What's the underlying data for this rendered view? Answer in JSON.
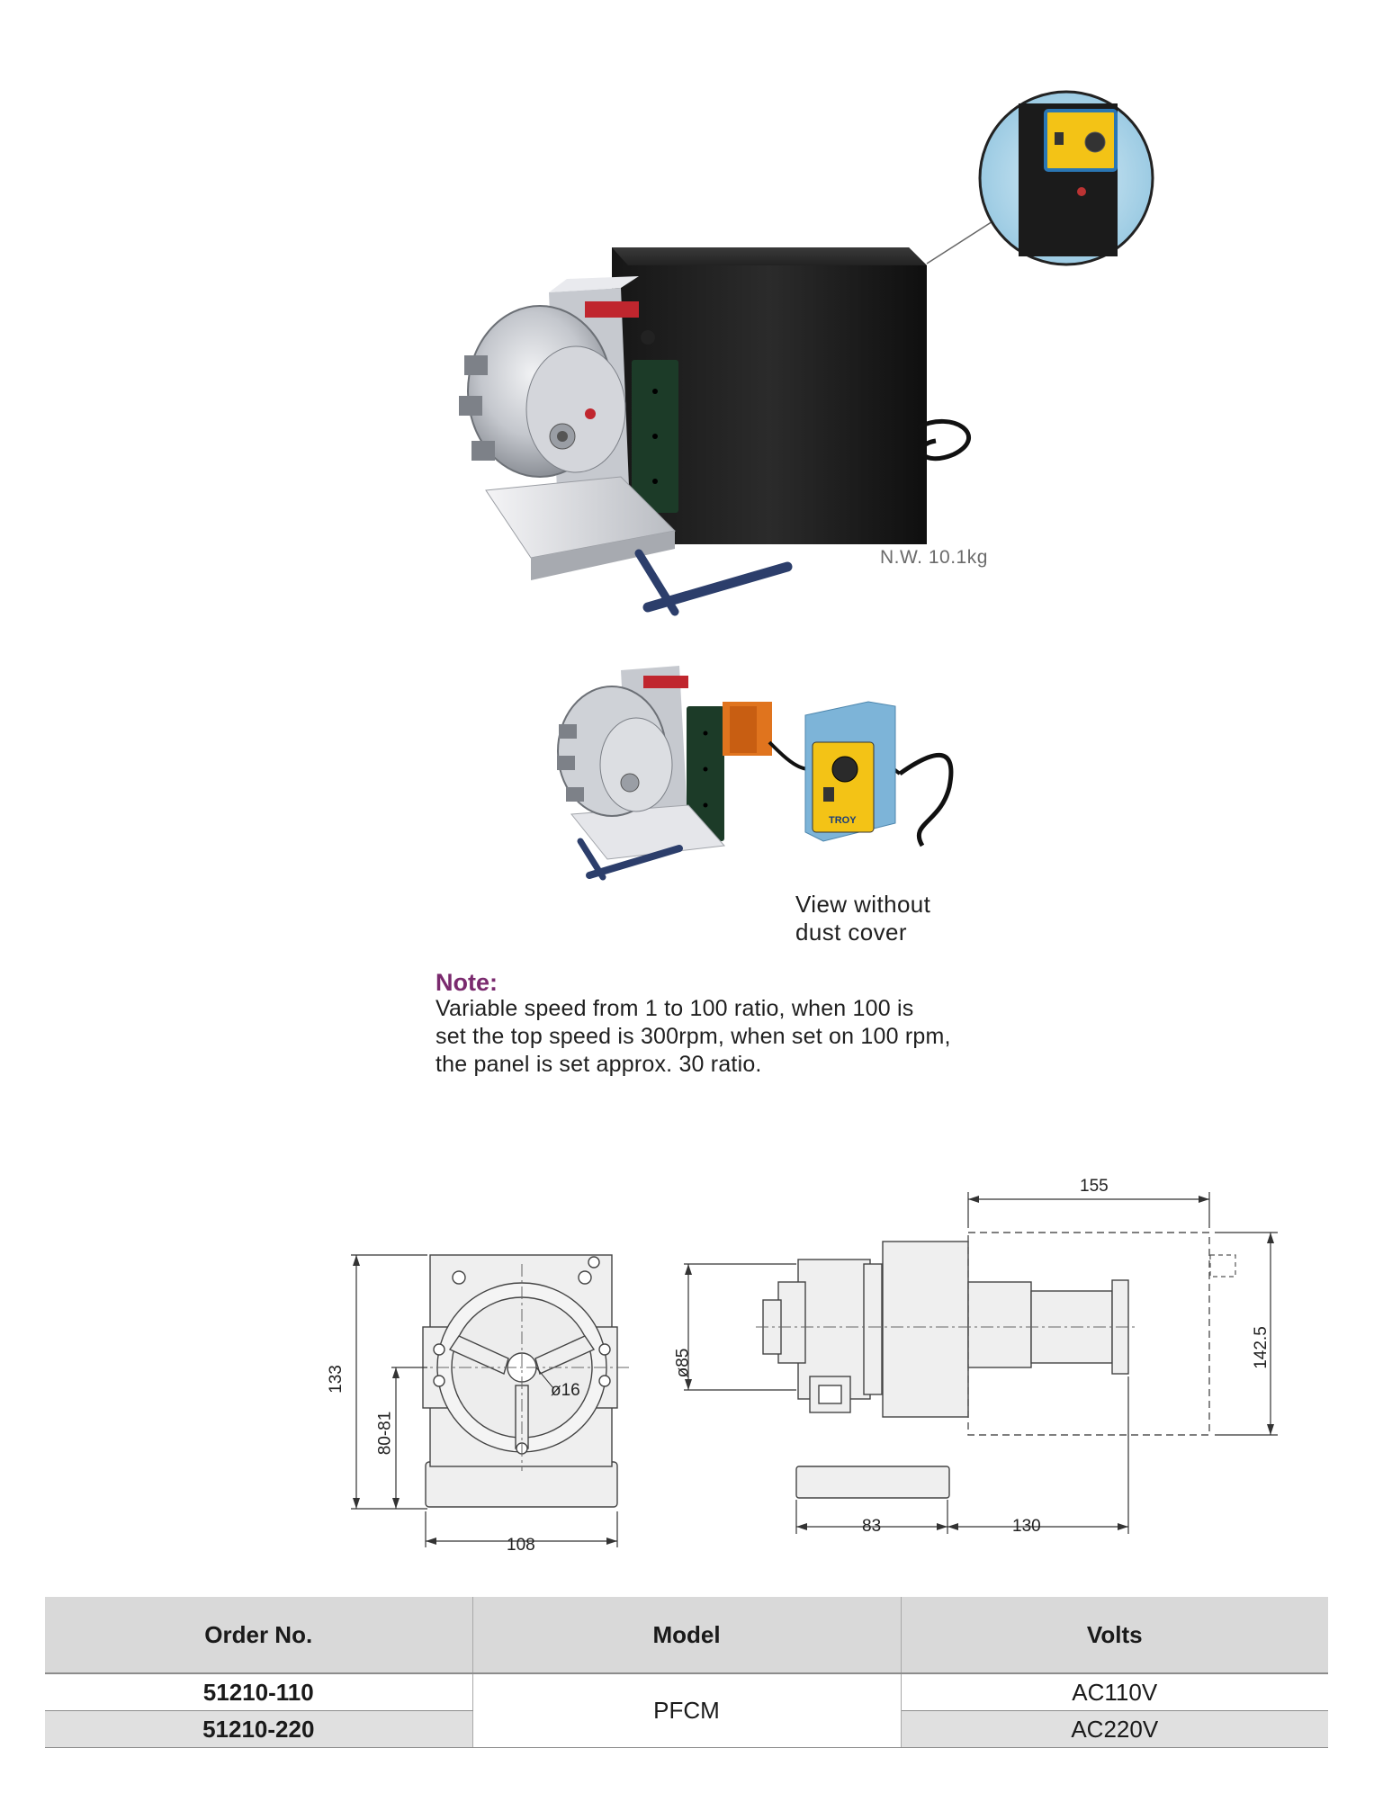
{
  "photos": {
    "main_weight": "N.W. 10.1kg",
    "second_caption_line1": "View without",
    "second_caption_line2": "dust cover"
  },
  "note": {
    "title": "Note:",
    "lines": [
      "Variable speed from 1 to 100 ratio, when 100 is",
      "set the top speed is 300rpm, when set on 100 rpm,",
      "the panel is set approx. 30 ratio."
    ]
  },
  "drawing": {
    "front": {
      "height": "133",
      "center_height": "80-81",
      "width": "108",
      "bore": "ø16"
    },
    "side": {
      "chuck_dia": "ø85",
      "cover_len": "155",
      "cover_height": "142.5",
      "base_len": "83",
      "motor_len": "130"
    }
  },
  "table": {
    "headers": [
      "Order No.",
      "Model",
      "Volts"
    ],
    "rows": [
      {
        "order": "51210-110",
        "volts": "AC110V"
      },
      {
        "order": "51210-220",
        "volts": "AC220V"
      }
    ],
    "model": "PFCM"
  },
  "colors": {
    "note_title": "#7a2a6e",
    "table_header_bg": "#d9d9d9",
    "dust_cover": "#1e1e1e",
    "chuck_silver": "#c9ccd2",
    "handle_blue": "#2c3e6b",
    "motor_orange": "#e0741e",
    "control_box_blue": "#7db4d8",
    "control_panel_yellow": "#f3c316"
  }
}
